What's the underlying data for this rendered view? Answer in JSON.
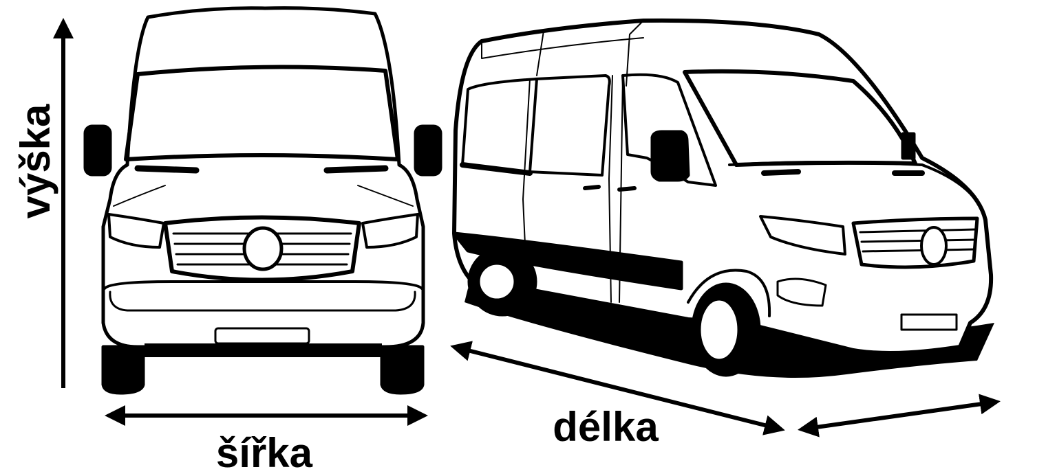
{
  "labels": {
    "height": "výška",
    "width": "šířka",
    "length": "délka"
  },
  "colors": {
    "ink": "#000000",
    "paper": "#ffffff"
  },
  "icons": {
    "front_view": "van-front-view-icon",
    "side_view": "van-three-quarter-view-icon"
  }
}
